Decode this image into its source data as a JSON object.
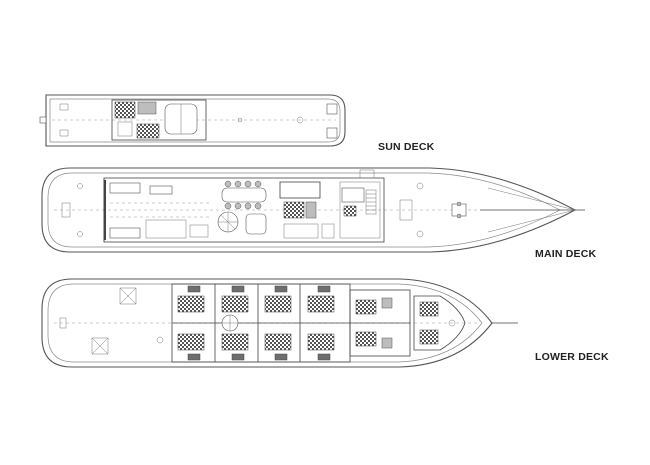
{
  "decks": {
    "sun": {
      "label": "SUN DECK"
    },
    "main": {
      "label": "MAIN DECK"
    },
    "lower": {
      "label": "LOWER DECK"
    }
  },
  "colors": {
    "line": "#555555",
    "label": "#222222",
    "background": "#ffffff"
  }
}
